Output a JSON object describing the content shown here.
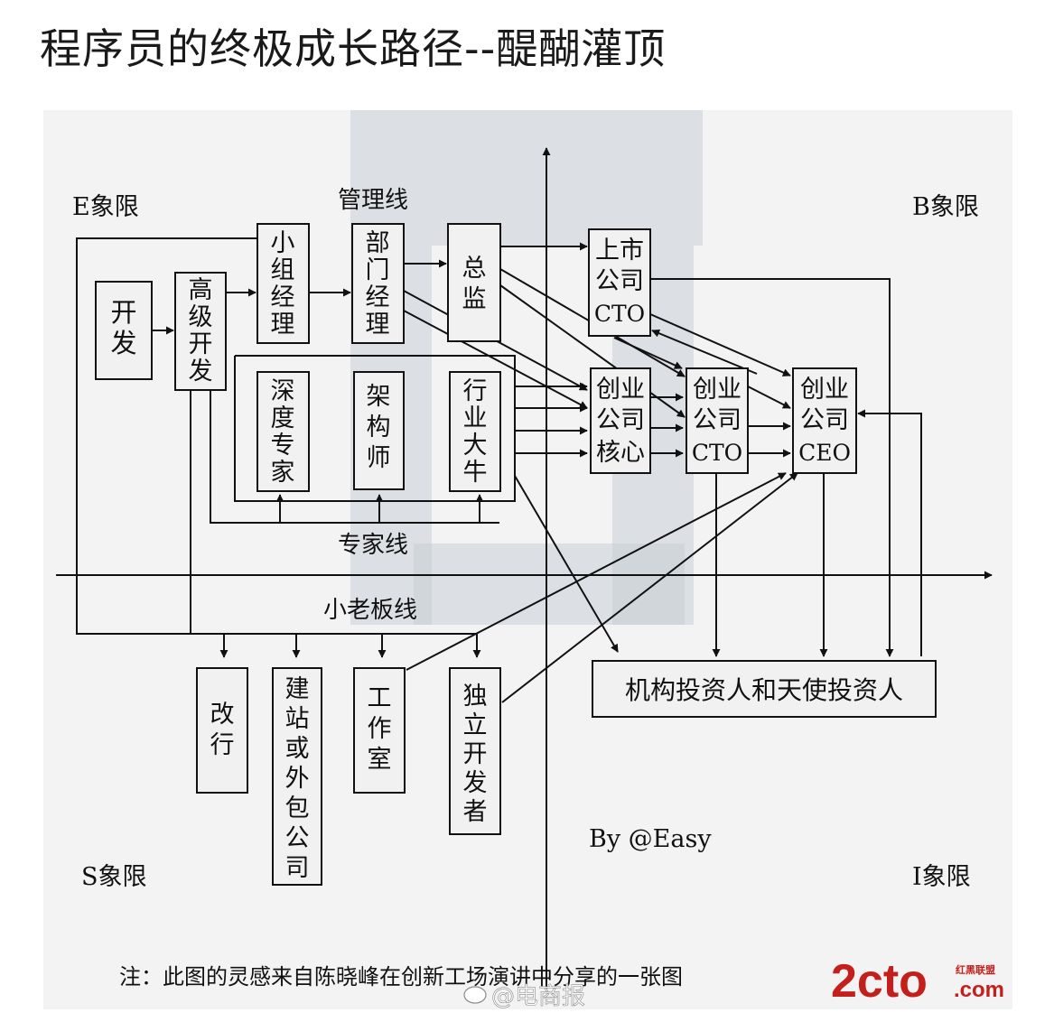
{
  "title": "程序员的终极成长路径--醍醐灌顶",
  "quadrants": {
    "e": "E象限",
    "b": "B象限",
    "s": "S象限",
    "i": "I象限"
  },
  "lines": {
    "management": "管理线",
    "expert": "专家线",
    "small_boss": "小老板线"
  },
  "nodes": {
    "dev": [
      "开",
      "发"
    ],
    "senior_dev": [
      "高",
      "级",
      "开",
      "发"
    ],
    "team_manager": [
      "小",
      "组",
      "经",
      "理"
    ],
    "dept_manager": [
      "部",
      "门",
      "经",
      "理"
    ],
    "director": [
      "总",
      "监"
    ],
    "listed_cto": [
      "上市",
      "公司",
      "CTO"
    ],
    "depth_expert": [
      "深",
      "度",
      "专",
      "家"
    ],
    "architect": [
      "架",
      "构",
      "师"
    ],
    "industry_leader": [
      "行",
      "业",
      "大",
      "牛"
    ],
    "startup_core": [
      "创业",
      "公司",
      "核心"
    ],
    "startup_cto": [
      "创业",
      "公司",
      "CTO"
    ],
    "startup_ceo": [
      "创业",
      "公司",
      "CEO"
    ],
    "career_change": [
      "改",
      "行"
    ],
    "outsourcing": [
      "建",
      "站",
      "或",
      "外",
      "包",
      "公",
      "司"
    ],
    "studio": [
      "工",
      "作",
      "室"
    ],
    "indie_dev": [
      "独",
      "立",
      "开",
      "发",
      "者"
    ],
    "investors": "机构投资人和天使投资人"
  },
  "author": "By @Easy",
  "note": "注：此图的灵感来自陈晓峰在创新工场演讲中分享的一张图",
  "watermark": {
    "logo_main": "2cto",
    "logo_suffix": ".com",
    "logo_tag": "红黑联盟",
    "weibo": "@电商报"
  },
  "colors": {
    "figure_bg": "#f3f3f3",
    "box_fill": "#f1f1f1",
    "line": "#111111",
    "logo_red": "#c4201b"
  }
}
